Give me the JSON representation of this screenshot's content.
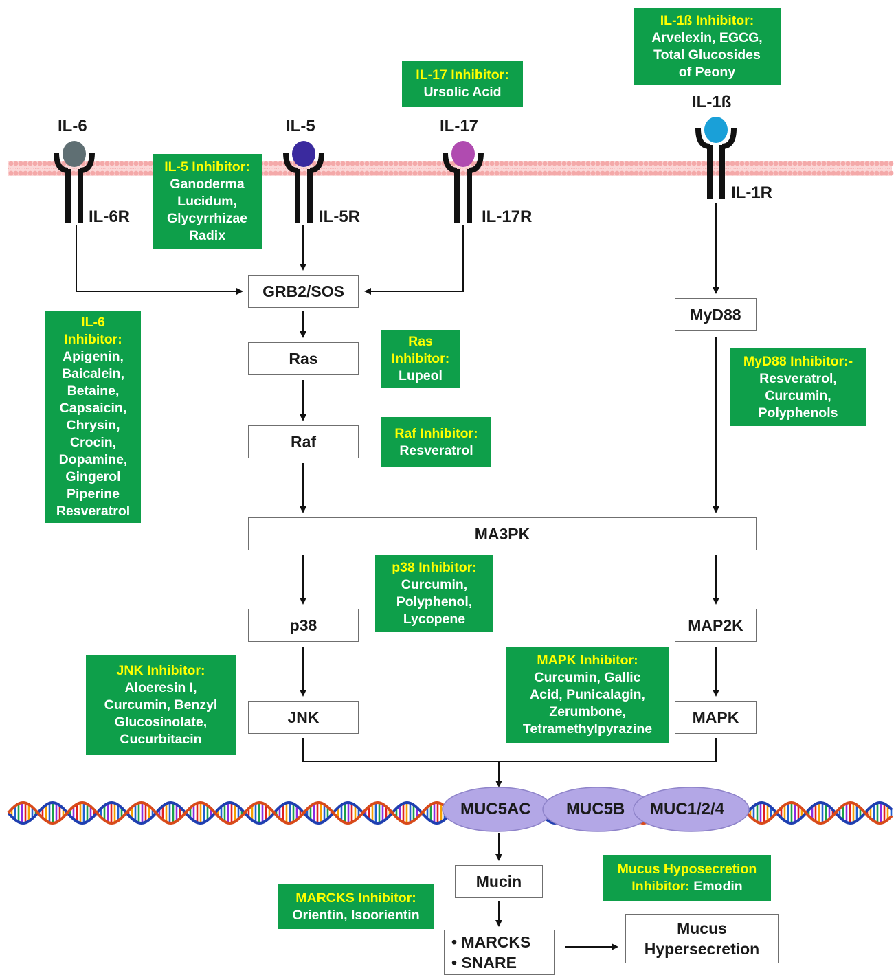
{
  "colors": {
    "inhibitor_bg": "#0e9f4a",
    "inhibitor_title": "#ffff00",
    "inhibitor_text": "#ffffff",
    "membrane": "#f4a9a9",
    "il6_ligand": "#5f6f73",
    "il5_ligand": "#3a2a9e",
    "il17_ligand": "#b04bb0",
    "il1b_ligand": "#1aa0d8",
    "gene_oval": "#b3a7e6"
  },
  "receptors": {
    "il6": {
      "ligand": "IL-6",
      "receptor": "IL-6R"
    },
    "il5": {
      "ligand": "IL-5",
      "receptor": "IL-5R"
    },
    "il17": {
      "ligand": "IL-17",
      "receptor": "IL-17R"
    },
    "il1b": {
      "ligand": "IL-1ß",
      "receptor": "IL-1R"
    }
  },
  "nodes": {
    "grb2": "GRB2/SOS",
    "ras": "Ras",
    "raf": "Raf",
    "ma3pk": "MA3PK",
    "p38": "p38",
    "jnk": "JNK",
    "myd88": "MyD88",
    "map2k": "MAP2K",
    "mapk": "MAPK",
    "mucin": "Mucin",
    "marcks": "• MARCKS",
    "snare": "• SNARE",
    "mucus_1": "Mucus",
    "mucus_2": "Hypersecretion"
  },
  "genes": [
    "MUC5AC",
    "MUC5B",
    "MUC1/2/4"
  ],
  "inhibitors": {
    "il1b": {
      "title": "IL-1ß Inhibitor:",
      "lines": [
        "Arvelexin, EGCG,",
        "Total Glucosides",
        "of Peony"
      ]
    },
    "il17": {
      "title": "IL-17 Inhibitor:",
      "lines": [
        "Ursolic Acid"
      ]
    },
    "il5": {
      "title": "IL-5 Inhibitor:",
      "lines": [
        "Ganoderma",
        "Lucidum,",
        "Glycyrrhizae",
        "Radix"
      ]
    },
    "il6": {
      "title_lines": [
        "IL-6",
        "Inhibitor:"
      ],
      "lines": [
        "Apigenin,",
        "Baicalein,",
        "Betaine,",
        "Capsaicin,",
        "Chrysin,",
        "Crocin,",
        "Dopamine,",
        "Gingerol",
        "Piperine",
        "Resveratrol"
      ]
    },
    "ras": {
      "title_lines": [
        "Ras",
        "Inhibitor:"
      ],
      "lines": [
        "Lupeol"
      ]
    },
    "raf": {
      "title": "Raf Inhibitor:",
      "lines": [
        "Resveratrol"
      ]
    },
    "myd88": {
      "title": "MyD88 Inhibitor:-",
      "lines": [
        "Resveratrol,",
        "Curcumin,",
        "Polyphenols"
      ]
    },
    "p38": {
      "title": "p38 Inhibitor:",
      "lines": [
        "Curcumin,",
        "Polyphenol,",
        "Lycopene"
      ]
    },
    "jnk": {
      "title": "JNK Inhibitor:",
      "lines": [
        "Aloeresin I,",
        "Curcumin, Benzyl",
        "Glucosinolate,",
        "Cucurbitacin"
      ]
    },
    "mapk": {
      "title": "MAPK Inhibitor:",
      "lines": [
        "Curcumin, Gallic",
        "Acid, Punicalagin,",
        "Zerumbone,",
        "Tetramethylpyrazine"
      ]
    },
    "mucus": {
      "title": "Mucus Hyposecretion",
      "title2": "Inhibitor:",
      "rest": " Emodin"
    },
    "marcks": {
      "title": "MARCKS Inhibitor:",
      "lines": [
        "Orientin, Isoorientin"
      ]
    }
  }
}
